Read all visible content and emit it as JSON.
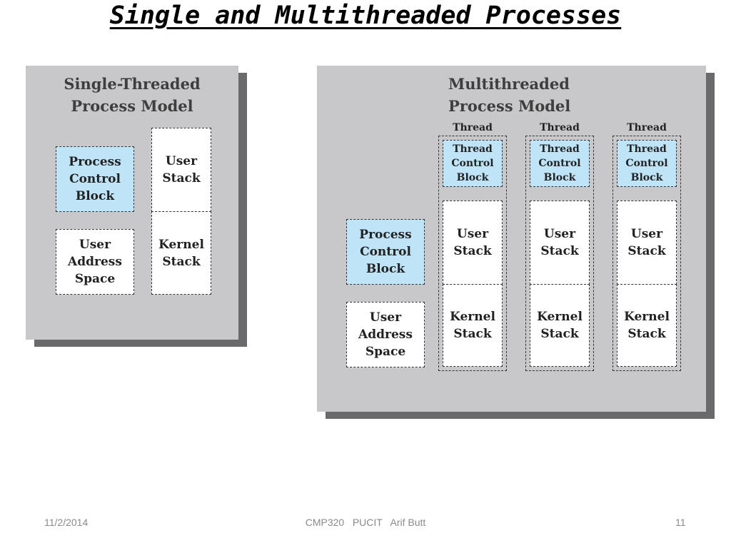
{
  "title": "Single and Multithreaded Processes",
  "single": {
    "title_line1": "Single-Threaded",
    "title_line2": "Process Model",
    "pcb": [
      "Process",
      "Control",
      "Block"
    ],
    "user_stack": [
      "User",
      "Stack"
    ],
    "user_address_space": [
      "User",
      "Address",
      "Space"
    ],
    "kernel_stack": [
      "Kernel",
      "Stack"
    ]
  },
  "multi": {
    "title_line1": "Multithreaded",
    "title_line2": "Process Model",
    "pcb": [
      "Process",
      "Control",
      "Block"
    ],
    "user_address_space": [
      "User",
      "Address",
      "Space"
    ],
    "threads": [
      {
        "label": "Thread",
        "tcb": [
          "Thread",
          "Control",
          "Block"
        ],
        "user_stack": [
          "User",
          "Stack"
        ],
        "kernel_stack": [
          "Kernel",
          "Stack"
        ]
      },
      {
        "label": "Thread",
        "tcb": [
          "Thread",
          "Control",
          "Block"
        ],
        "user_stack": [
          "User",
          "Stack"
        ],
        "kernel_stack": [
          "Kernel",
          "Stack"
        ]
      },
      {
        "label": "Thread",
        "tcb": [
          "Thread",
          "Control",
          "Block"
        ],
        "user_stack": [
          "User",
          "Stack"
        ],
        "kernel_stack": [
          "Kernel",
          "Stack"
        ]
      }
    ]
  },
  "footer": {
    "date": "11/2/2014",
    "course": "CMP320   PUCIT   Arif Butt",
    "page": "11"
  },
  "colors": {
    "panel": "#c8c8ca",
    "panel_shadow": "#6a6a6c",
    "blue_box": "#bfe4f8"
  }
}
